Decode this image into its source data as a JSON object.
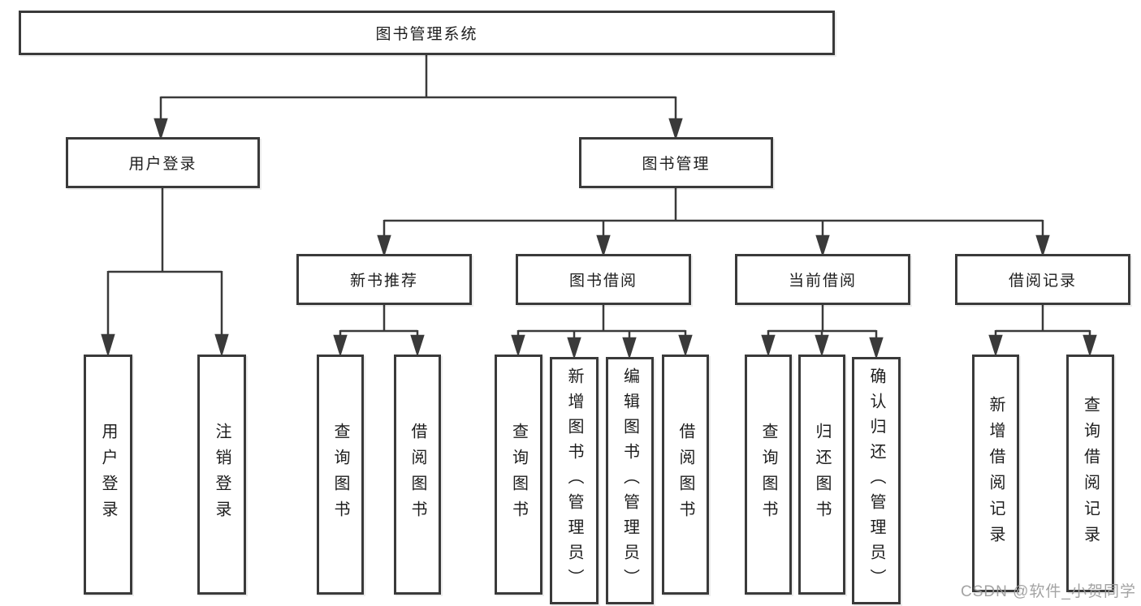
{
  "diagram_title": "图书管理系统",
  "nodes": {
    "root": {
      "label": "图书管理系统"
    },
    "user_login": {
      "label": "用户登录"
    },
    "book_mgmt": {
      "label": "图书管理"
    },
    "new_book_rec": {
      "label": "新书推荐"
    },
    "book_borrow": {
      "label": "图书借阅"
    },
    "current_borrow": {
      "label": "当前借阅"
    },
    "borrow_records": {
      "label": "借阅记录"
    },
    "ul_login": {
      "label": "用户登录"
    },
    "ul_logout": {
      "label": "注销登录"
    },
    "nbr_query_book": {
      "label": "查询图书"
    },
    "nbr_borrow_book": {
      "label": "借阅图书"
    },
    "bb_query_book": {
      "label": "查询图书"
    },
    "bb_add_book": {
      "label": "新增图书（管理员）"
    },
    "bb_edit_book": {
      "label": "编辑图书（管理员）"
    },
    "bb_borrow_book": {
      "label": "借阅图书"
    },
    "cb_query_book": {
      "label": "查询图书"
    },
    "cb_return_book": {
      "label": "归还图书"
    },
    "cb_confirm_return": {
      "label": "确认归还（管理员）"
    },
    "br_add_record": {
      "label": "新增借阅记录"
    },
    "br_query_record": {
      "label": "查询借阅记录"
    }
  },
  "hierarchy": {
    "图书管理系统": {
      "用户登录": [
        "用户登录",
        "注销登录"
      ],
      "图书管理": {
        "新书推荐": [
          "查询图书",
          "借阅图书"
        ],
        "图书借阅": [
          "查询图书",
          "新增图书（管理员）",
          "编辑图书（管理员）",
          "借阅图书"
        ],
        "当前借阅": [
          "查询图书",
          "归还图书",
          "确认归还（管理员）"
        ],
        "借阅记录": [
          "新增借阅记录",
          "查询借阅记录"
        ]
      }
    }
  },
  "watermark": "CSDN @软件_小贺同学",
  "colors": {
    "background": "#ffffff",
    "box_border": "#3a3a3a",
    "connector": "#3a3a3a",
    "text": "#1d1d1d",
    "watermark": "#9b9b9b"
  }
}
